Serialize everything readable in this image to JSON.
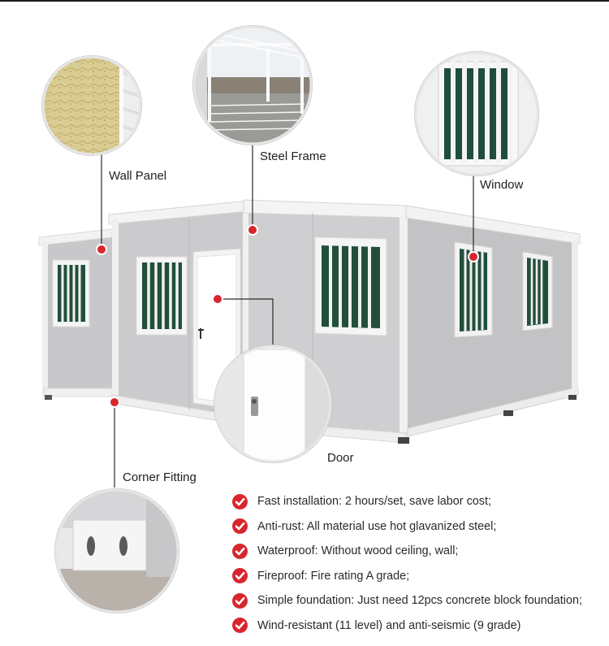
{
  "callouts": {
    "wall_panel": "Wall Panel",
    "steel_frame": "Steel Frame",
    "window": "Window",
    "door": "Door",
    "corner_fitting": "Corner Fitting"
  },
  "features": [
    "Fast installation: 2 hours/set, save labor cost;",
    "Anti-rust: All material use hot glavanized steel;",
    "Waterproof: Without wood ceiling, wall;",
    "Fireproof: Fire rating A grade;",
    "Simple foundation: Just need 12pcs concrete block foundation;",
    "Wind-resistant (11 level) and anti-seismic (9 grade)"
  ],
  "colors": {
    "accent": "#d8262e",
    "panel": "#c9c9cb",
    "frame": "#f3f3f3",
    "window_glass": "#1f4d3b"
  },
  "icons": {
    "feature_bullet": "check-circle-icon",
    "callout_marker": "red-dot-icon"
  }
}
